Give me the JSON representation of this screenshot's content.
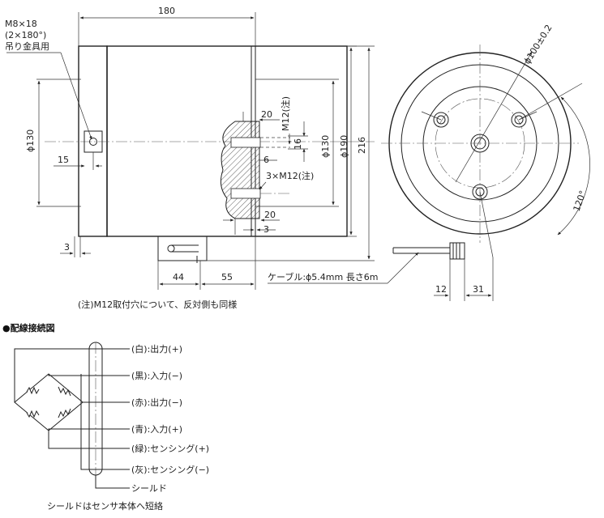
{
  "side_view": {
    "dim_top_width": "180",
    "bolt_note_l1": "M8×18",
    "bolt_note_l2": "(2×180°)",
    "bolt_note_l3": "吊り金具用",
    "dim_left_dia": "ϕ130",
    "dim_15": "15",
    "dim_3_left": "3",
    "dim_20_top": "20",
    "m12_vertical": "M12(注)",
    "dim_16": "16",
    "dim_6": "6",
    "m12_count": "3×M12(注)",
    "dim_20_bottom": "20",
    "dim_3_right": "3",
    "dim_inner_dia": "ϕ130",
    "dim_outer_dia": "ϕ190",
    "dim_total_height": "216",
    "dim_44": "44",
    "dim_55": "55",
    "cable_note": "ケーブル:ϕ5.4mm 長さ6m",
    "footnote": "(注)M12取付穴について、反対側も同様"
  },
  "front_view": {
    "dim_pcd": "ϕ100±0.2",
    "dim_angle": "120°",
    "dim_12": "12",
    "dim_31": "31"
  },
  "wiring": {
    "title": "●配線接続図",
    "wires": [
      "(白):出力(+)",
      "(黒):入力(−)",
      "(赤):出力(−)",
      "(青):入力(+)",
      "(緑):センシング(+)",
      "(灰):センシング(−)"
    ],
    "shield_label": "シールド",
    "footnote": "シールドはセンサ本体へ短絡"
  },
  "colors": {
    "line": "#222222",
    "hatch": "#333333",
    "background": "#ffffff"
  }
}
